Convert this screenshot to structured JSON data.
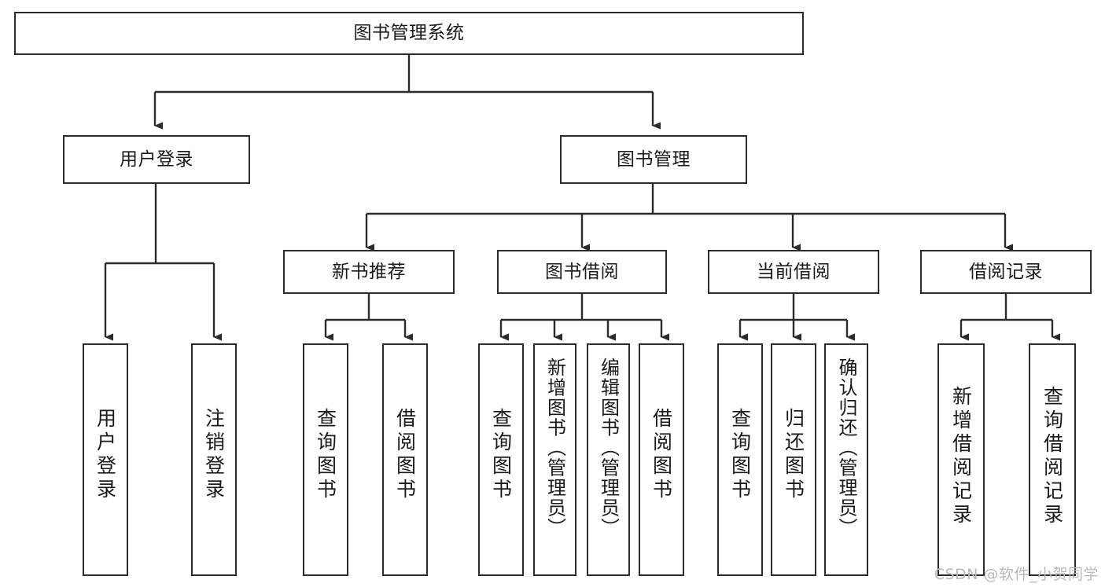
{
  "diagram": {
    "title": "图书管理系统",
    "type": "tree-hierarchy-diagram",
    "watermark": "CSDN @软件_小贺同学",
    "colors": {
      "background": "#ffffff",
      "node_fill": "#ffffff",
      "node_stroke": "#2b2b2b",
      "edge_stroke": "#2b2b2b",
      "text": "#1a1a1a",
      "watermark_text": "#b9b9b9"
    },
    "root": {
      "label": "图书管理系统"
    },
    "level2": [
      {
        "label": "用户登录"
      },
      {
        "label": "图书管理"
      }
    ],
    "level3": [
      {
        "label": "新书推荐"
      },
      {
        "label": "图书借阅"
      },
      {
        "label": "当前借阅"
      },
      {
        "label": "借阅记录"
      }
    ],
    "leaves": {
      "user_login": [
        {
          "label": "用户登录"
        },
        {
          "label": "注销登录"
        }
      ],
      "new_book_recommend": [
        {
          "label": "查询图书"
        },
        {
          "label": "借阅图书"
        }
      ],
      "book_borrow": [
        {
          "label": "查询图书"
        },
        {
          "label": "新增图书（管理员）"
        },
        {
          "label": "编辑图书（管理员）"
        },
        {
          "label": "借阅图书"
        }
      ],
      "current_borrow": [
        {
          "label": "查询图书"
        },
        {
          "label": "归还图书"
        },
        {
          "label": "确认归还（管理员）"
        }
      ],
      "borrow_records": [
        {
          "label": "新增借阅记录"
        },
        {
          "label": "查询借阅记录"
        }
      ]
    }
  }
}
